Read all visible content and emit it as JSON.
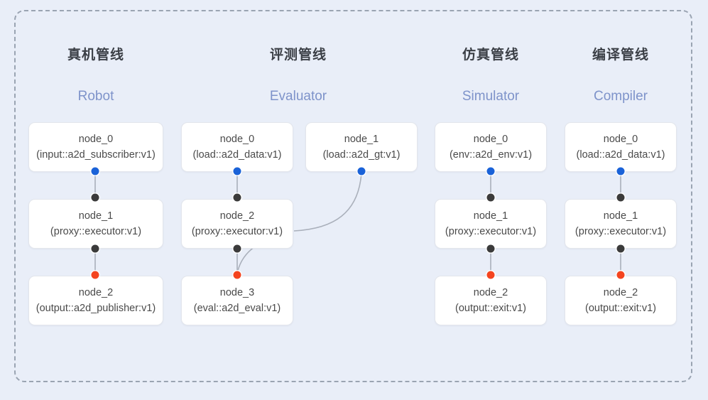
{
  "theme": {
    "canvas_bg": "#e9eef8",
    "panel_border": "#9aa4b2",
    "node_bg": "#ffffff",
    "node_border": "#e3e6ec",
    "title_color": "#3b3f46",
    "subtitle_color": "#7e93ca",
    "node_text_color": "#4a4a4a",
    "edge_color": "#aab0bb",
    "port_source": "#1a62d8",
    "port_mid": "#3b3b3b",
    "port_sink": "#f4441f"
  },
  "columns": [
    {
      "title": "真机管线",
      "subtitle": "Robot",
      "nodes": [
        {
          "name": "node_0",
          "type": "(input::a2d_subscriber:v1)"
        },
        {
          "name": "node_1",
          "type": "(proxy::executor:v1)"
        },
        {
          "name": "node_2",
          "type": "(output::a2d_publisher:v1)"
        }
      ]
    },
    {
      "title": "评测管线",
      "subtitle": "Evaluator",
      "nodes": [
        {
          "name": "node_0",
          "type": "(load::a2d_data:v1)"
        },
        {
          "name": "node_1",
          "type": "(load::a2d_gt:v1)"
        },
        {
          "name": "node_2",
          "type": "(proxy::executor:v1)"
        },
        {
          "name": "node_3",
          "type": "(eval::a2d_eval:v1)"
        }
      ]
    },
    {
      "title": "仿真管线",
      "subtitle": "Simulator",
      "nodes": [
        {
          "name": "node_0",
          "type": "(env::a2d_env:v1)"
        },
        {
          "name": "node_1",
          "type": "(proxy::executor:v1)"
        },
        {
          "name": "node_2",
          "type": "(output::exit:v1)"
        }
      ]
    },
    {
      "title": "编译管线",
      "subtitle": "Compiler",
      "nodes": [
        {
          "name": "node_0",
          "type": "(load::a2d_data:v1)"
        },
        {
          "name": "node_1",
          "type": "(proxy::executor:v1)"
        },
        {
          "name": "node_2",
          "type": "(output::exit:v1)"
        }
      ]
    }
  ]
}
